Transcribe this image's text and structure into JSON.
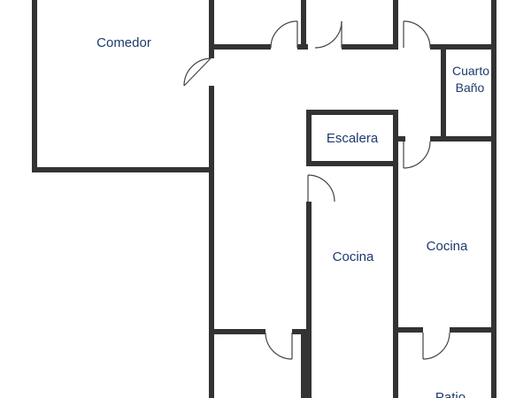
{
  "colors": {
    "wall": "#333333",
    "label": "#1d3a6e",
    "background": "#ffffff"
  },
  "rooms": {
    "comedor": "Comedor",
    "cuarto_bano_line1": "Cuarto",
    "cuarto_bano_line2": "Baño",
    "escalera": "Escalera",
    "cocina_center": "Cocina",
    "cocina_right": "Cocina",
    "patio": "Patio"
  }
}
